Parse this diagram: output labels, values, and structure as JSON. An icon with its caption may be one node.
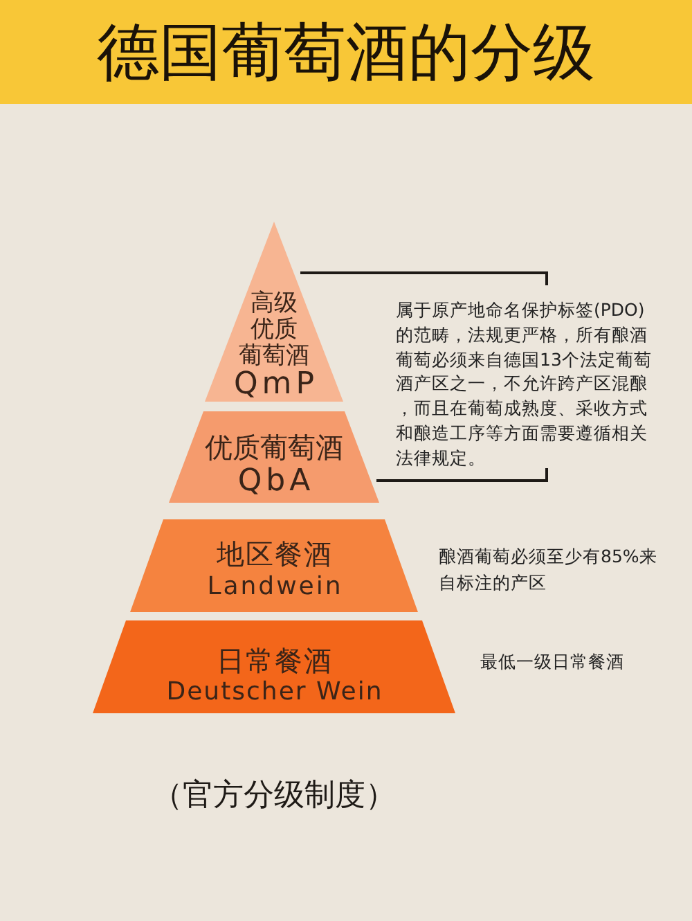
{
  "diagram": {
    "title": "德国葡萄酒的分级",
    "caption": "（官方分级制度）",
    "nodes": [
      {
        "text": [
          "高级优质葡萄酒",
          "QmP"
        ]
      },
      {
        "text": [
          "优质葡萄酒",
          "QbA"
        ]
      },
      {
        "text": [
          "地区餐酒",
          "Landwein"
        ],
        "beside": [
          "酿酒葡萄必须至少有85%来自标注的产区"
        ]
      },
      {
        "text": [
          "日常餐酒",
          "Deutscher Wein"
        ],
        "beside": [
          "最低一级日常餐酒"
        ]
      }
    ],
    "labels": [
      "属于原产地命名保护标签(PDO)的范畴，法规更严格，所有酿酒葡萄必须来自德国13个法定葡萄酒产区之一，不允许跨产区混酿，而且在葡萄成熟度、采收方式和酿造工序等方面需要遵循相关法律规定。"
    ]
  }
}
